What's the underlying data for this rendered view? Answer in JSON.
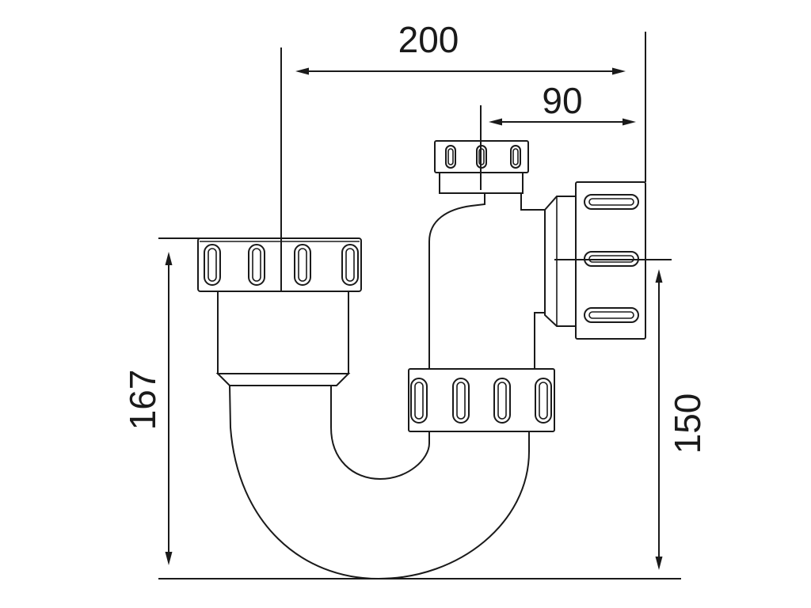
{
  "colors": {
    "stroke": "#1a1a1a",
    "background": "#ffffff"
  },
  "dimensions": {
    "top": "200",
    "upper_right": "90",
    "left": "167",
    "right": "150"
  }
}
